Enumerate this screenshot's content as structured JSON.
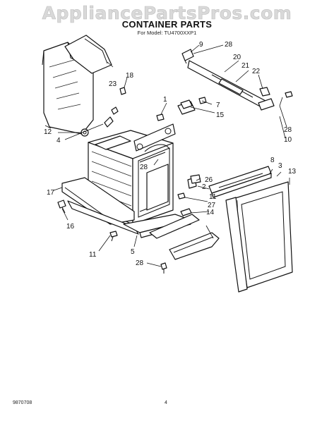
{
  "watermark": "AppliancePartsPros.com",
  "title": "CONTAINER PARTS",
  "subtitle": "For Model: TU4700XXP1",
  "footer": {
    "doc_number": "9870708",
    "page_number": "4"
  },
  "callouts": {
    "c1": "1",
    "c2": "2",
    "c3": "3",
    "c4": "4",
    "c5": "5",
    "c7": "7",
    "c8": "8",
    "c9": "9",
    "c10": "10",
    "c11a": "11",
    "c11b": "11",
    "c12": "12",
    "c13": "13",
    "c14": "14",
    "c15": "15",
    "c16": "16",
    "c17": "17",
    "c18": "18",
    "c20": "20",
    "c21": "21",
    "c22": "22",
    "c23": "23",
    "c26": "26",
    "c27": "27",
    "c28a": "28",
    "c28b": "28",
    "c28c": "28",
    "c28d": "28"
  }
}
